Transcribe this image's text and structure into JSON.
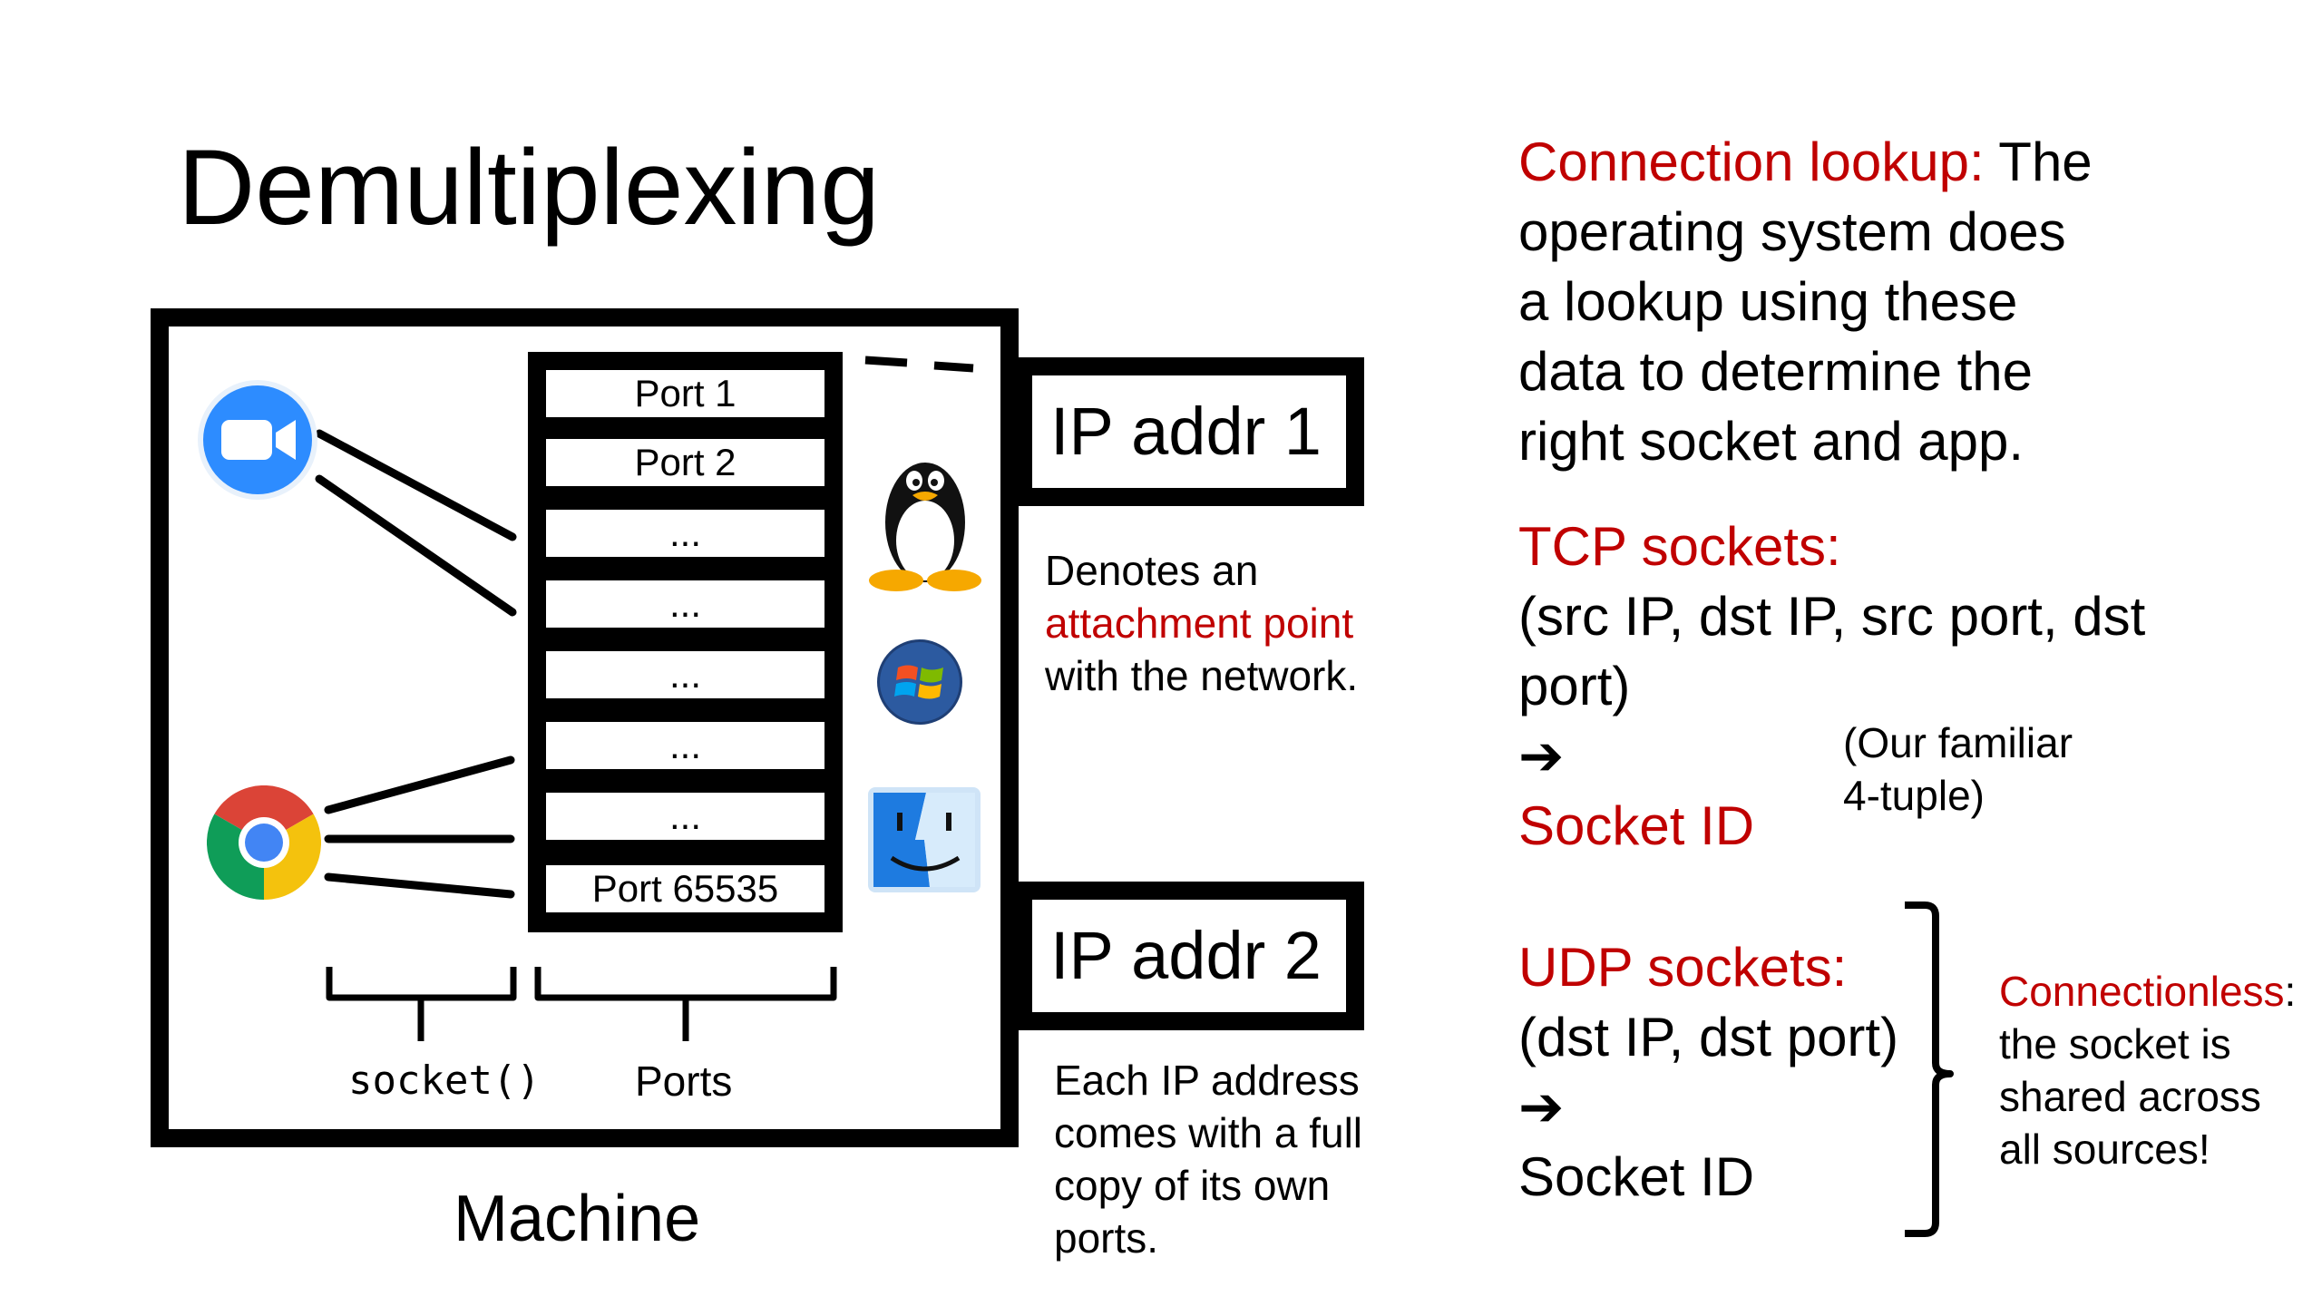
{
  "title": "Demultiplexing",
  "machine": {
    "label": "Machine",
    "ports": [
      "Port 1",
      "Port 2",
      "...",
      "...",
      "...",
      "...",
      "...",
      "Port 65535"
    ],
    "socket_label": "socket()",
    "ports_label": "Ports",
    "app_icons": [
      "zoom-icon",
      "chrome-icon"
    ],
    "os_icons": [
      "linux-tux-icon",
      "windows-icon",
      "mac-finder-icon"
    ]
  },
  "ip_addr_1": {
    "label": "IP addr 1",
    "note_line1": "Denotes an",
    "note_highlight": "attachment point",
    "note_line3": "with the network."
  },
  "ip_addr_2": {
    "label": "IP addr 2",
    "note_lines": [
      "Each IP address",
      "comes with a full",
      "copy of its own",
      "ports."
    ]
  },
  "lookup": {
    "heading": "Connection lookup:",
    "first_line_rest": " The",
    "lines": [
      "operating system does",
      "a lookup using these",
      "data to determine the",
      "right socket and app."
    ]
  },
  "tcp": {
    "heading": "TCP sockets:",
    "line1": "(src IP,  dst IP, src port, dst",
    "line2": "port)",
    "arrow": "➔",
    "result": "Socket ID",
    "aside": [
      "(Our familiar",
      "4-tuple)"
    ]
  },
  "udp": {
    "heading": "UDP sockets:",
    "line1": "(dst IP, dst port)",
    "arrow": "➔",
    "result": "Socket ID",
    "aside_heading": "Connectionless",
    "aside_colon": ":",
    "aside_lines": [
      "the socket is",
      "shared across",
      "all sources!"
    ]
  },
  "colors": {
    "accent_red": "#c00000",
    "zoom_blue": "#2d8cff"
  }
}
